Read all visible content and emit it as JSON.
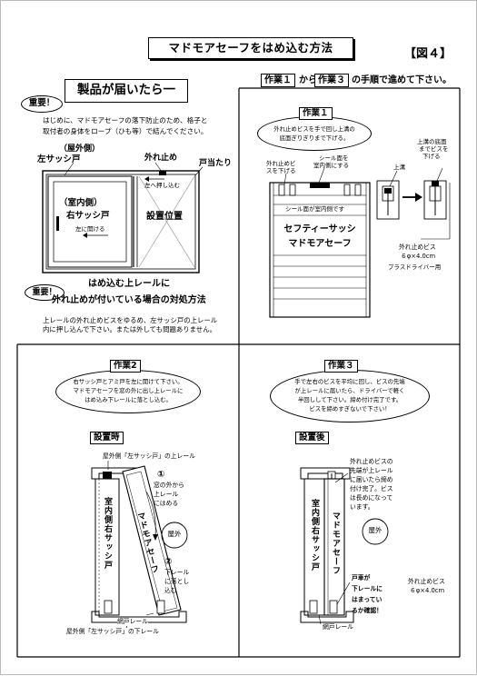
{
  "title": "マドモアセーフをはめ込む方法",
  "figure_label": "【図４】",
  "instruction": {
    "prefix_tag1": "作業１",
    "middle": "から",
    "prefix_tag2": "作業３",
    "suffix": "の手順で進めて下さい。"
  },
  "arrival": {
    "heading": "製品が届いたら一",
    "important_badge": "重要！",
    "note_line1": "はじめに、マドモアセーフの落下防止のため、格子と",
    "note_line2": "取付者の身体をロープ（ひも等）で結んでください。",
    "outdoor_label": "（屋外側）",
    "left_sash_label": "左サッシ戸",
    "stopper_label": "外れ止め",
    "door_stop_label": "戸当たり",
    "push_left_label": "左へ押し込む",
    "indoor_label": "（室内側）",
    "right_sash_label": "右サッシ戸",
    "open_left_label": "左に開ける",
    "install_pos_label": "設置位置"
  },
  "stopper_case": {
    "badge": "重要！",
    "heading_line1": "はめ込む上レールに",
    "heading_line2": "外れ止めが付いている場合の対処方法",
    "body_line1": "上レールの外れ止めビスをゆるめ、左サッシ戸の上レール",
    "body_line2": "内に押し込んで下さい。または外しても問題ありません。"
  },
  "step1": {
    "tag": "作業１",
    "bubble_line1": "外れ止めビスを手で回し上溝の",
    "bubble_line2": "底面ぎりぎりまで下げる。",
    "label_screw_line1": "外れ止めビ",
    "label_screw_line2": "スを下げる",
    "label_seal_line1": "シール面を",
    "label_seal_line2": "室内側にする",
    "label_seal_side": "シール面が室内側です",
    "product_line1": "セフティーサッシ",
    "product_line2": "マドモアセーフ",
    "bottom_label_line1": "上溝の底面",
    "bottom_label_line2": "までビスを",
    "bottom_label_line3": "下げる",
    "upper_groove": "上溝",
    "spec_line1": "外れ止めビス",
    "spec_line2": "６φ×4.0cm",
    "spec_line3": "プラスドライバー用"
  },
  "step2": {
    "tag": "作業2",
    "bubble_line1": "右サッシ戸とアミ戸を左に開けて下さい。",
    "bubble_line2": "マドモアセーフを窓の外に出し上レールに",
    "bubble_line3": "はめ込み下レールに落とし込む。",
    "sub_label": "設置時",
    "top_rail_label": "屋外側「左サッシ戸」の上レール",
    "step_a_num": "①",
    "step_a_line1": "窓の外から",
    "step_a_line2": "上レール",
    "step_a_line3": "にはめる",
    "outdoor_circle": "屋外",
    "step_b_num": "②",
    "step_b_line1": "下レール",
    "step_b_line2": "に落とし",
    "step_b_line3": "込む",
    "screen_rail": "網戸レール",
    "bottom_rail_label": "屋外側「左サッシ戸」の下レール",
    "indoor_sash_vertical": "室内側右サッシ戸",
    "product_vertical": "マドモアセーフ"
  },
  "step3": {
    "tag": "作業３",
    "bubble_line1": "手で左右のビスを平均に回し、ビスの先端",
    "bubble_line2": "が上レールに届いたら、ドライバーで軽く",
    "bubble_line3": "半回しして下さい。締め付け完了です。",
    "bubble_line4": "ビスを締めすぎないで下さい！",
    "sub_label": "設置後",
    "note_line1": "外れ止めビスの",
    "note_line2": "先端が上レール",
    "note_line3": "に届いたら締め",
    "note_line4": "付け完了。ビス",
    "note_line5": "は長めになって",
    "note_line6": "います。",
    "outdoor_circle": "屋外",
    "wheel_line1": "戸車が",
    "wheel_line2": "下レールに",
    "wheel_line3": "はまってい",
    "wheel_line4": "るか確認！",
    "screen_rail": "網戸レール",
    "spec_line1": "外れ止めビス",
    "spec_line2": "６φ×4.0cm",
    "indoor_sash_vertical": "室内側右サッシ戸",
    "product_vertical": "マドモアセーフ"
  }
}
